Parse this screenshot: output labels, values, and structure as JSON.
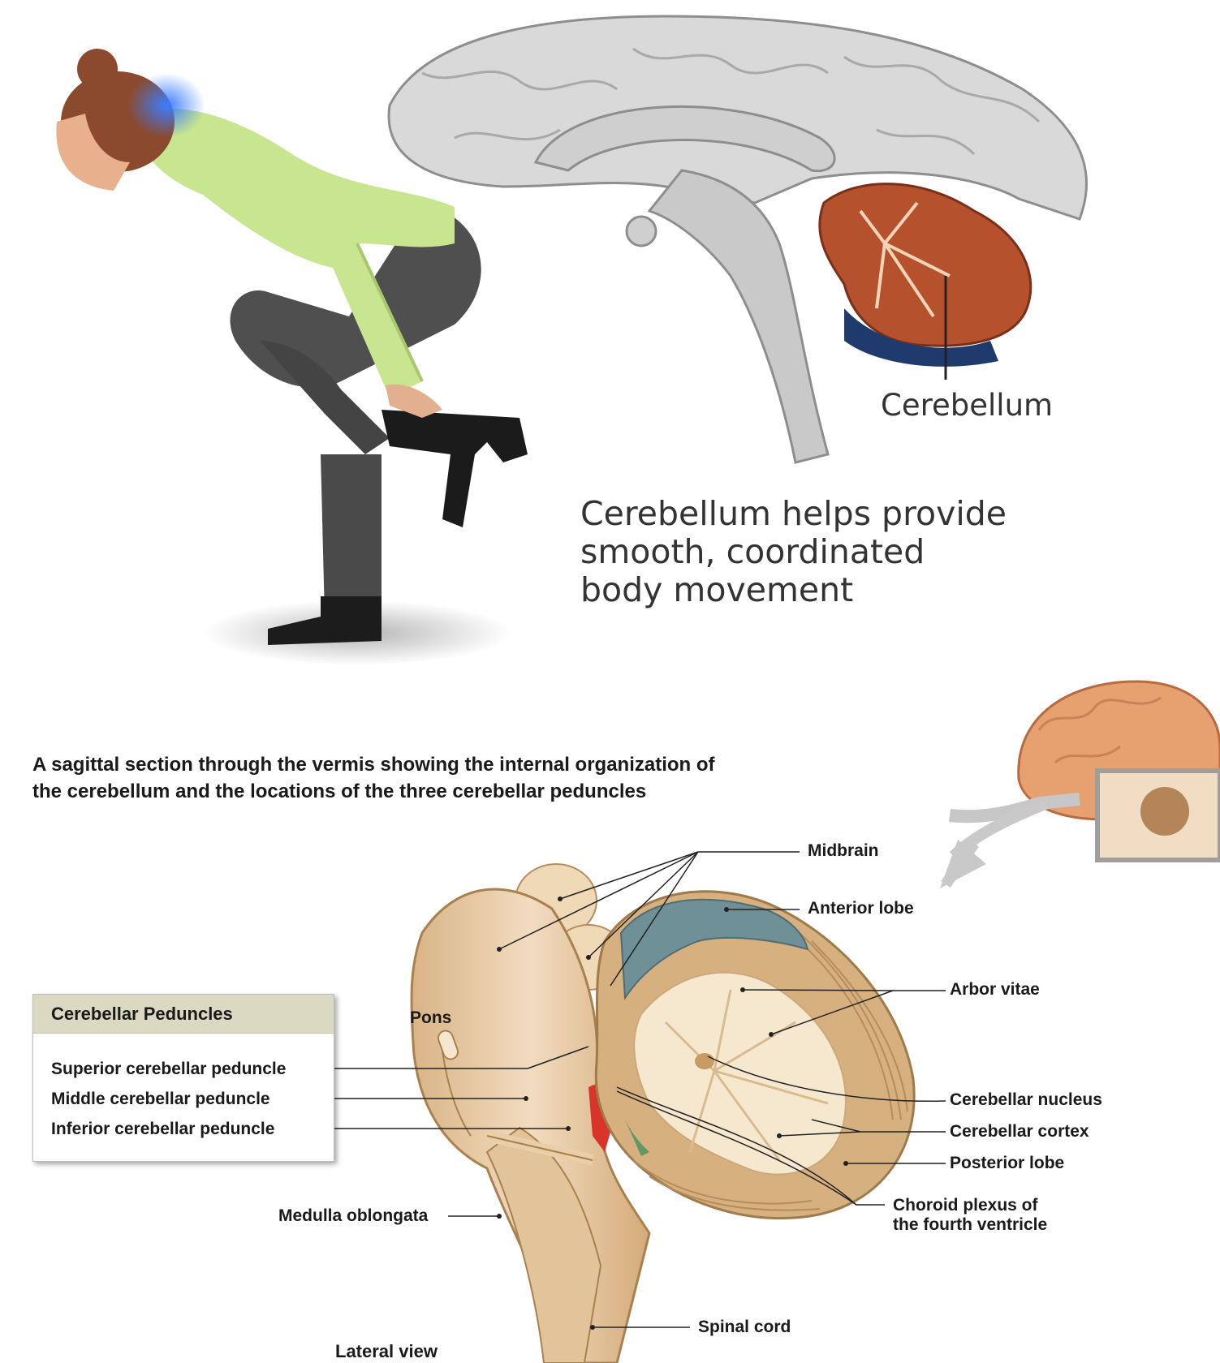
{
  "top_panel": {
    "structure_label": "Cerebellum",
    "caption_lines": [
      "Cerebellum helps provide",
      "smooth, coordinated",
      "body movement"
    ]
  },
  "bottom_panel": {
    "caption_lines": [
      "A sagittal section through the vermis showing the internal organization of",
      "the cerebellum and the locations of the three cerebellar peduncles"
    ],
    "labels": {
      "midbrain": "Midbrain",
      "anterior_lobe": "Anterior lobe",
      "arbor_vitae": "Arbor vitae",
      "pons": "Pons",
      "cerebellar_nucleus": "Cerebellar nucleus",
      "cerebellar_cortex": "Cerebellar cortex",
      "posterior_lobe": "Posterior lobe",
      "choroid_plexus_line1": "Choroid plexus of",
      "choroid_plexus_line2": "the fourth ventricle",
      "medulla_oblongata": "Medulla oblongata",
      "spinal_cord": "Spinal cord",
      "view": "Lateral view"
    },
    "legend": {
      "title": "Cerebellar Peduncles",
      "items": [
        "Superior cerebellar peduncle",
        "Middle cerebellar peduncle",
        "Inferior cerebellar peduncle"
      ]
    }
  },
  "colors": {
    "brain_gray": "#d6d6d6",
    "cerebellum_red": "#b5522d",
    "shirt_green": "#c8e58f",
    "pants_gray": "#4a4a4a",
    "brainstem_tan": "#e9cda4",
    "anterior_lobe_blue": "#6f9096",
    "legend_header": "#dcd9c3",
    "choroid_red": "#d8342a"
  }
}
